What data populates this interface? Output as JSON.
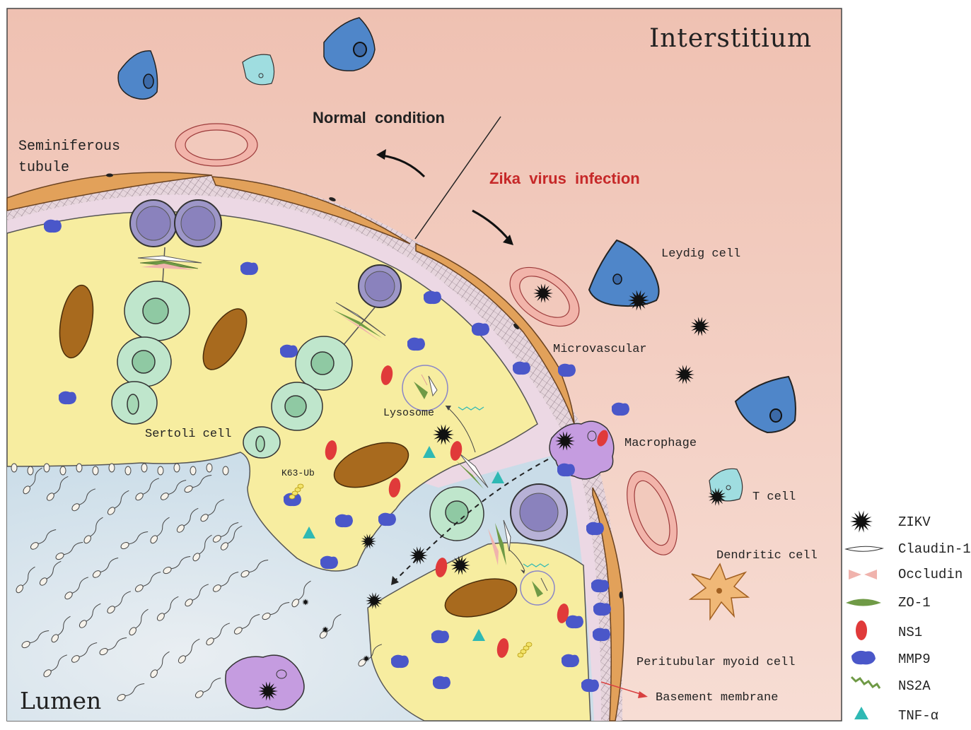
{
  "labels": {
    "interstitium": "Interstitium",
    "lumen": "Lumen",
    "normal_condition": "Normal  condition",
    "zika_infection": "Zika  virus  infection",
    "seminiferous_tubule_line1": "Seminiferous",
    "seminiferous_tubule_line2": "tubule",
    "leydig_cell": "Leydig cell",
    "microvascular": "Microvascular",
    "macrophage": "Macrophage",
    "t_cell": "T cell",
    "dendritic_cell": "Dendritic cell",
    "peritubular_myoid_cell": "Peritubular myoid cell",
    "basement_membrane": "Basement membrane",
    "sertoli_cell": "Sertoli cell",
    "lysosome": "Lysosome",
    "k63_ub": "K63-Ub"
  },
  "legend": [
    {
      "label": "ZIKV",
      "icon": "zikv-icon"
    },
    {
      "label": "Claudin-1",
      "icon": "claudin-icon"
    },
    {
      "label": "Occludin",
      "icon": "occludin-icon"
    },
    {
      "label": "ZO-1",
      "icon": "zo1-icon"
    },
    {
      "label": "NS1",
      "icon": "ns1-icon"
    },
    {
      "label": "MMP9",
      "icon": "mmp9-icon"
    },
    {
      "label": "NS2A",
      "icon": "ns2a-icon"
    },
    {
      "label": "TNF-α",
      "icon": "tnf-icon"
    }
  ],
  "colors": {
    "interstitium": "#f2c9bc",
    "sertoli": "#f7eda0",
    "lumen": "#d9e6ee",
    "germ_cell": "#bfe6cc",
    "spermatogonium": "#9d96c8",
    "membrane": "#e2a15a",
    "leydig": "#4f86c9",
    "t_cell": "#9fdde0",
    "macrophage": "#c59ce0",
    "ns1": "#e03a3a",
    "mmp9": "#4a57c9",
    "tnf": "#2fb9b4",
    "zo1": "#6f9a46",
    "occludin": "#f0b3ad",
    "zika_text": "#c62828"
  }
}
